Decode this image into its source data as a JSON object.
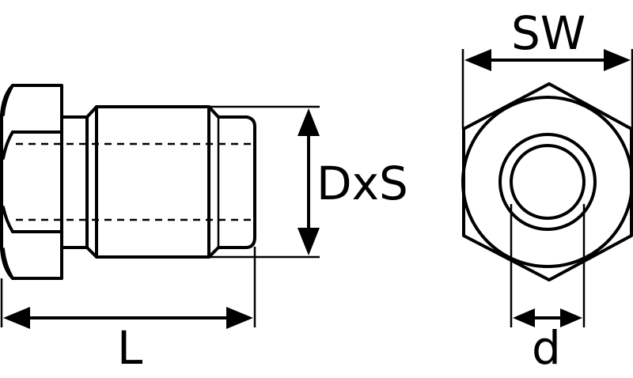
{
  "labels": {
    "length": "L",
    "thread": "DxS",
    "wrench_size": "SW",
    "bore": "d"
  }
}
